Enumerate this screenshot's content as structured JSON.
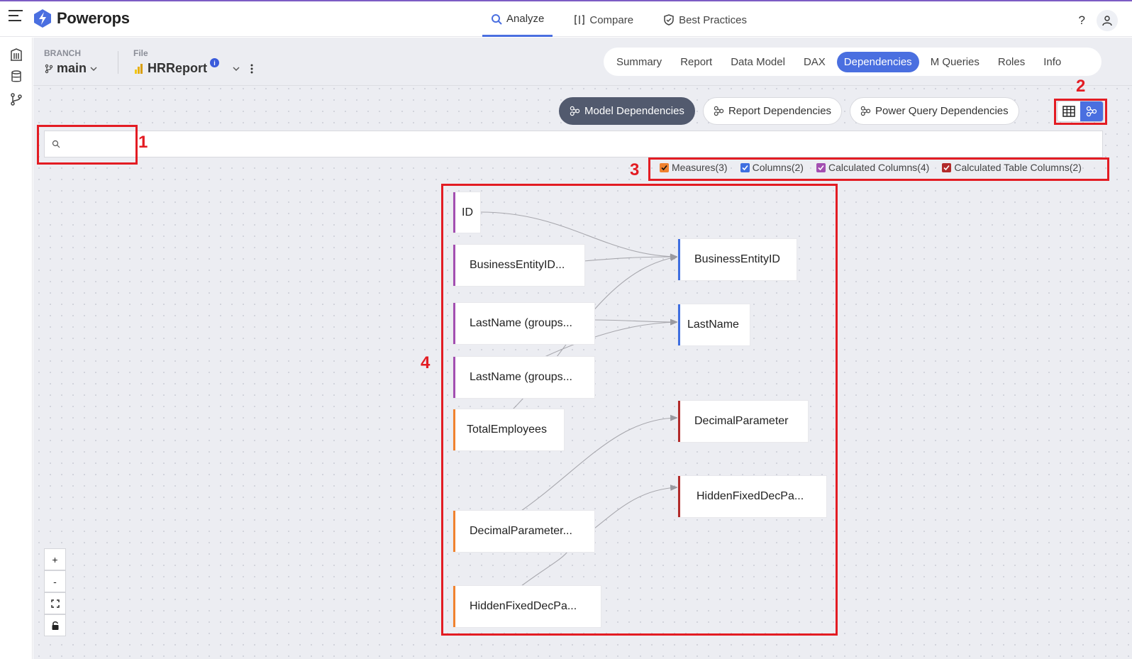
{
  "app": {
    "name": "Powerops"
  },
  "nav": {
    "tabs": [
      {
        "label": "Analyze",
        "icon": "search-icon",
        "active": true
      },
      {
        "label": "Compare",
        "icon": "compare-icon",
        "active": false
      },
      {
        "label": "Best Practices",
        "icon": "shield-check-icon",
        "active": false
      }
    ],
    "help": "?"
  },
  "branch": {
    "label": "BRANCH",
    "value": "main"
  },
  "file": {
    "label": "File",
    "value": "HRReport",
    "info": "i"
  },
  "subtabs": [
    "Summary",
    "Report",
    "Data Model",
    "DAX",
    "Dependencies",
    "M Queries",
    "Roles",
    "Info"
  ],
  "active_subtab": "Dependencies",
  "dependency_buttons": [
    {
      "label": "Model Dependencies",
      "active": true
    },
    {
      "label": "Report Dependencies",
      "active": false
    },
    {
      "label": "Power Query Dependencies",
      "active": false
    }
  ],
  "search": {
    "placeholder": "",
    "value": ""
  },
  "filters": [
    {
      "label": "Measures(3)",
      "color": "#f0822f",
      "checked": true
    },
    {
      "label": "Columns(2)",
      "color": "#3e6ee0",
      "checked": true
    },
    {
      "label": "Calculated Columns(4)",
      "color": "#a34fb1",
      "checked": true
    },
    {
      "label": "Calculated Table Columns(2)",
      "color": "#b22a2a",
      "checked": true
    }
  ],
  "nodes": {
    "id": "ID",
    "business_entity_id_src": "BusinessEntityID...",
    "lastname_groups_1": "LastName (groups...",
    "lastname_groups_2": "LastName (groups...",
    "total_employees": "TotalEmployees",
    "decimal_parameter_src": "DecimalParameter...",
    "hidden_fixed_src": "HiddenFixedDecPa...",
    "business_entity_id": "BusinessEntityID",
    "lastname": "LastName",
    "decimal_parameter": "DecimalParameter",
    "hidden_fixed": "HiddenFixedDecPa..."
  },
  "zoom_controls": {
    "zoom_in": "+",
    "zoom_out": "-"
  },
  "annotations": [
    "1",
    "2",
    "3",
    "4"
  ],
  "colors": {
    "accent": "#4a6fe0",
    "annotation": "#e31c23",
    "measure": "#f0822f",
    "column": "#3e6ee0",
    "calc_column": "#a34fb1",
    "calc_table_column": "#b22a2a"
  }
}
